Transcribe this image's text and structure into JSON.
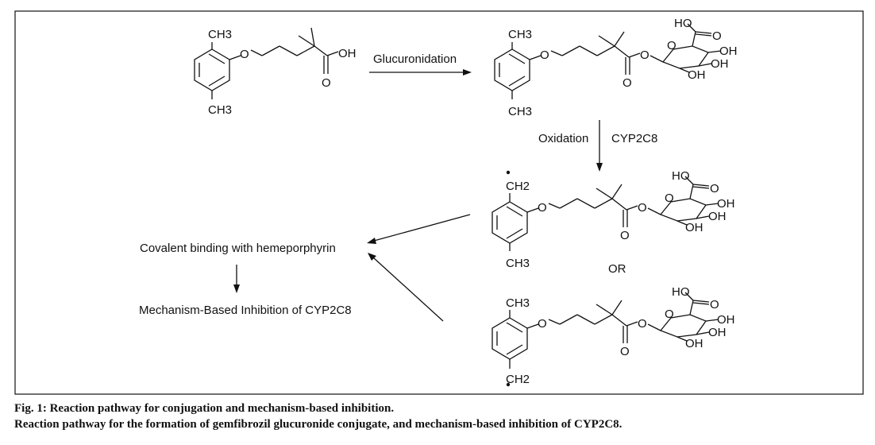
{
  "labels": {
    "glucuronidation": "Glucuronidation",
    "oxidation": "Oxidation",
    "enzyme": "CYP2C8",
    "or": "OR",
    "covalent_binding": "Covalent binding with hemeporphyrin",
    "mbi": "Mechanism-Based Inhibition of CYP2C8"
  },
  "atoms": {
    "methyl": "CH3",
    "methylene": "CH2",
    "ether_o": "O",
    "oh": "OH",
    "ho": "HO",
    "carbonyl_o": "O",
    "ring_o": "O"
  },
  "caption": {
    "line1": "Fig. 1: Reaction pathway for conjugation and mechanism-based inhibition.",
    "line2": "Reaction pathway for the formation of gemfibrozil glucuronide conjugate, and mechanism-based inhibition of CYP2C8."
  }
}
